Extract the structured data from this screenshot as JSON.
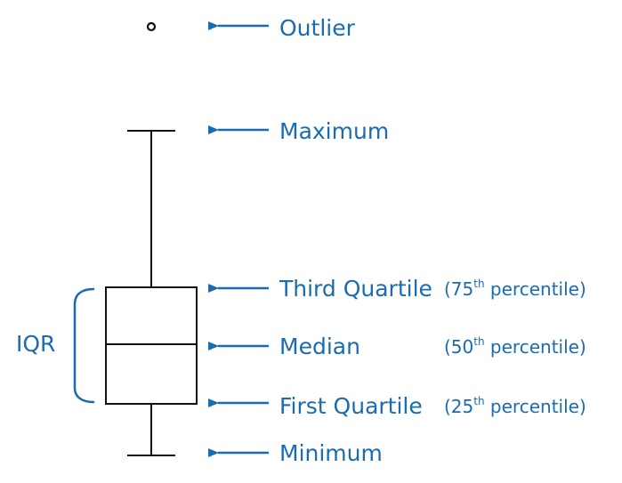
{
  "diagram": {
    "labels": {
      "outlier": "Outlier",
      "maximum": "Maximum",
      "third_quartile": "Third Quartile",
      "median": "Median",
      "first_quartile": "First Quartile",
      "minimum": "Minimum",
      "iqr": "IQR"
    },
    "percentiles": {
      "q3": {
        "open": "(75",
        "sup": "th",
        "rest": " percentile)"
      },
      "median": {
        "open": "(50",
        "sup": "th",
        "rest": " percentile)"
      },
      "q1": {
        "open": "(25",
        "sup": "th",
        "rest": " percentile)"
      }
    },
    "colors": {
      "accent": "#1a6cb0",
      "ink": "#111111"
    }
  }
}
